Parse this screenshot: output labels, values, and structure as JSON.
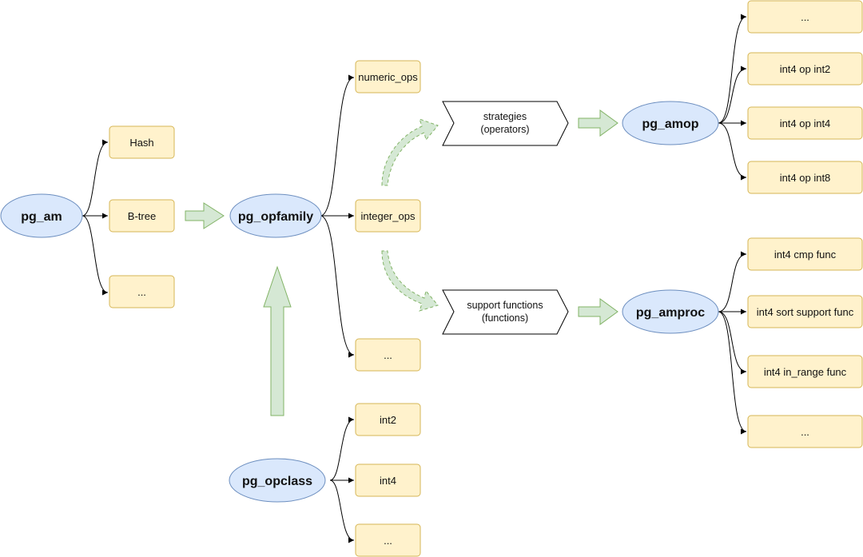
{
  "colors": {
    "ellipse_fill": "#dae8fc",
    "ellipse_stroke": "#6c8ebf",
    "box_fill": "#fff2cc",
    "box_stroke": "#d6b656",
    "arrow_fill": "#d5e8d4",
    "arrow_stroke": "#82b366",
    "edge": "#000000"
  },
  "nodes": {
    "pg_am": "pg_am",
    "pg_opfamily": "pg_opfamily",
    "pg_opclass": "pg_opclass",
    "pg_amop": "pg_amop",
    "pg_amproc": "pg_amproc",
    "am_hash": "Hash",
    "am_btree": "B-tree",
    "am_more": "...",
    "fam_numeric": "numeric_ops",
    "fam_integer": "integer_ops",
    "fam_more": "...",
    "cls_int2": "int2",
    "cls_int4": "int4",
    "cls_more": "...",
    "strategies_line1": "strategies",
    "strategies_line2": "(operators)",
    "support_line1": "support functions",
    "support_line2": "(functions)",
    "amop_more": "...",
    "amop_int2": "int4 op int2",
    "amop_int4": "int4 op int4",
    "amop_int8": "int4 op int8",
    "amproc_cmp": "int4 cmp func",
    "amproc_sort": "int4 sort support func",
    "amproc_range": "int4 in_range func",
    "amproc_more": "..."
  }
}
